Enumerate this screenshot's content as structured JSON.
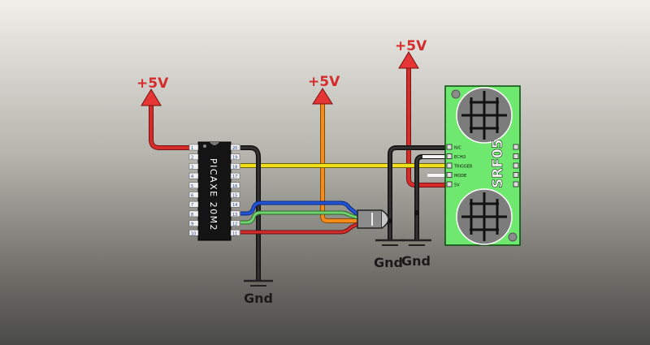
{
  "diagram": {
    "title": "PICAXE 20M2 + SRF05 ultrasonic sensor + IR receiver",
    "supply_labels": [
      "+5V",
      "+5V",
      "+5V"
    ],
    "ground_labels": [
      "Gnd",
      "Gnd",
      "Gnd"
    ],
    "chip": {
      "name": "PICAXE 20M2",
      "left_pins": [
        "1",
        "2",
        "3",
        "4",
        "5",
        "6",
        "7",
        "8",
        "9",
        "10"
      ],
      "right_pins": [
        "20",
        "19",
        "18",
        "17",
        "16",
        "15",
        "14",
        "13",
        "12",
        "11"
      ]
    },
    "sensor": {
      "name": "SRF05",
      "pins": [
        "N/C",
        "ECHO",
        "TRIGGER",
        "MODE",
        "5V"
      ]
    },
    "wire_colors": {
      "power": "#d42b2b",
      "ground": "#222222",
      "signal_yellow": "#f2e01c",
      "orange": "#f28c1c",
      "blue": "#2253d6",
      "green": "#6fd26f",
      "white": "#f4f4f4"
    },
    "pcb_color": "#6ee86e"
  }
}
